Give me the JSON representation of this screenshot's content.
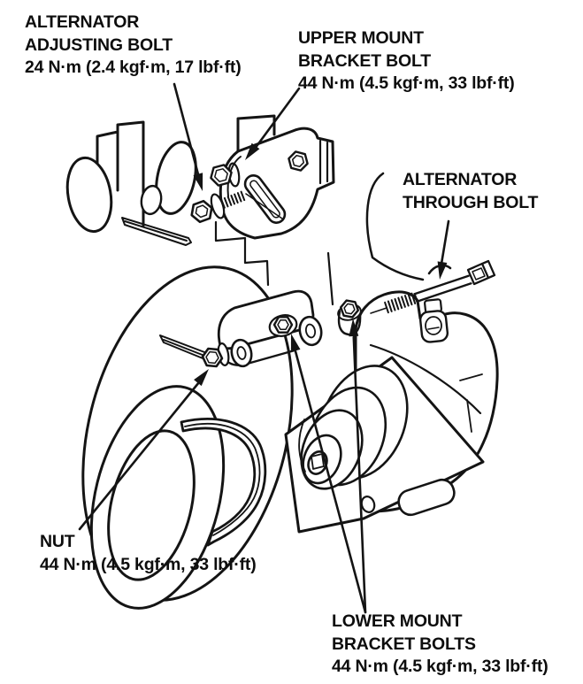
{
  "colors": {
    "background": "#ffffff",
    "line": "#141414",
    "text": "#0d0d0d"
  },
  "labels": {
    "adjusting_bolt": {
      "line1": "ALTERNATOR",
      "line2": "ADJUSTING BOLT",
      "torque": "24 N·m (2.4 kgf·m, 17 lbf·ft)"
    },
    "upper_mount": {
      "line1": "UPPER MOUNT",
      "line2": "BRACKET BOLT",
      "torque": "44 N·m (4.5 kgf·m, 33 lbf·ft)"
    },
    "through_bolt": {
      "line1": "ALTERNATOR",
      "line2": "THROUGH BOLT"
    },
    "nut": {
      "line1": "NUT",
      "torque": "44 N·m (4.5 kgf·m, 33 lbf·ft)"
    },
    "lower_mount": {
      "line1": "LOWER MOUNT",
      "line2": "BRACKET BOLTS",
      "torque": "44 N·m (4.5 kgf·m, 33 lbf·ft)"
    }
  }
}
